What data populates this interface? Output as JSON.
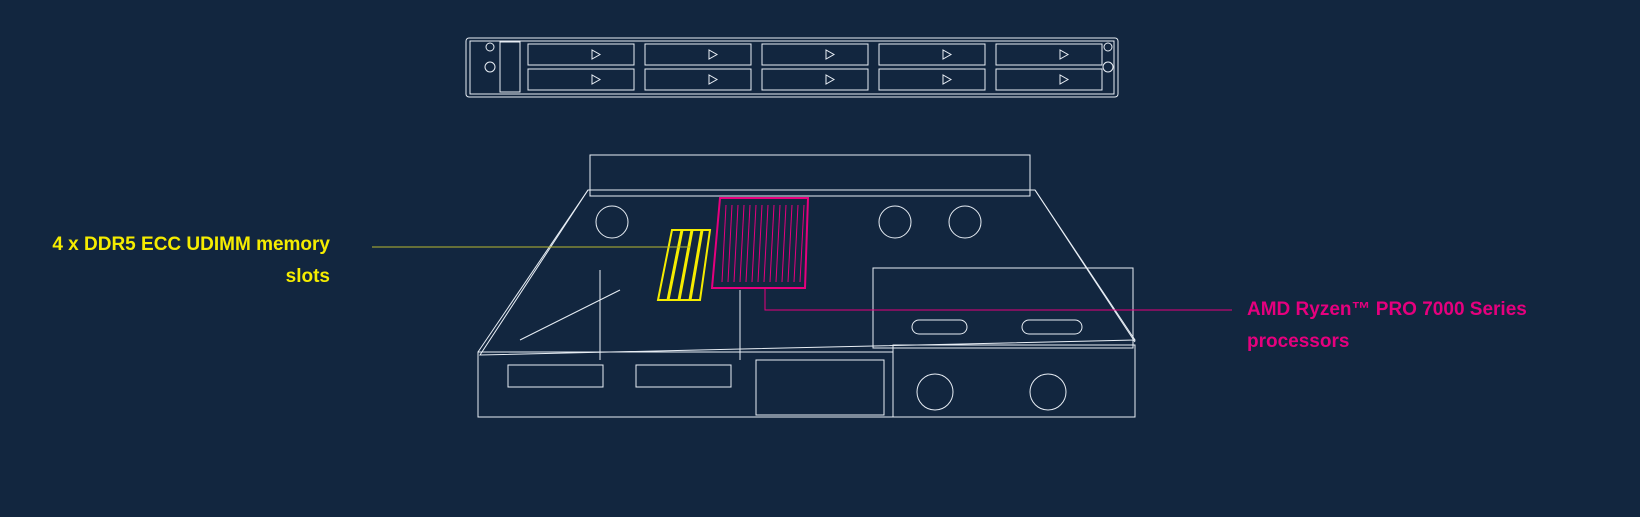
{
  "callouts": {
    "memory": {
      "line1": "4 x DDR5 ECC UDIMM memory",
      "line2": "slots",
      "color": "#f5ec00"
    },
    "processor": {
      "line1": "AMD Ryzen™ PRO 7000 Series",
      "line2": "processors",
      "color": "#e5007e"
    }
  },
  "colors": {
    "background": "#12263f",
    "lineart": "#e8eef5"
  }
}
